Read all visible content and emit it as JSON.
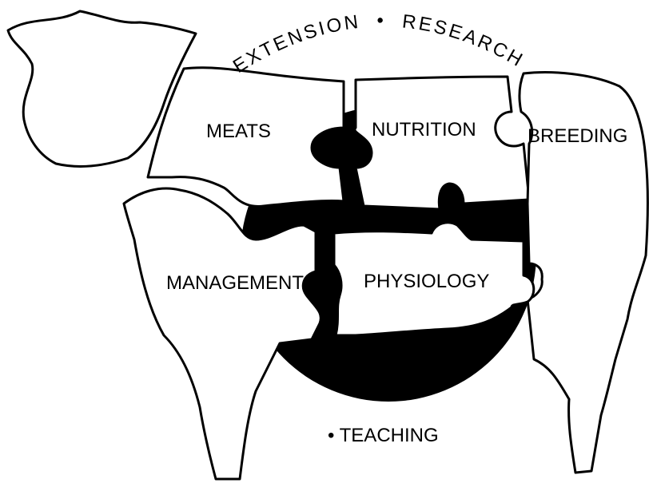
{
  "arc_text": {
    "extension": "EXTENSION",
    "separator": "•",
    "research": "RESEARCH"
  },
  "sections": {
    "meats": "MEATS",
    "nutrition": "NUTRITION",
    "breeding": "BREEDING",
    "management": "MANAGEMENT",
    "physiology": "PHYSIOLOGY"
  },
  "teaching": "• TEACHING"
}
